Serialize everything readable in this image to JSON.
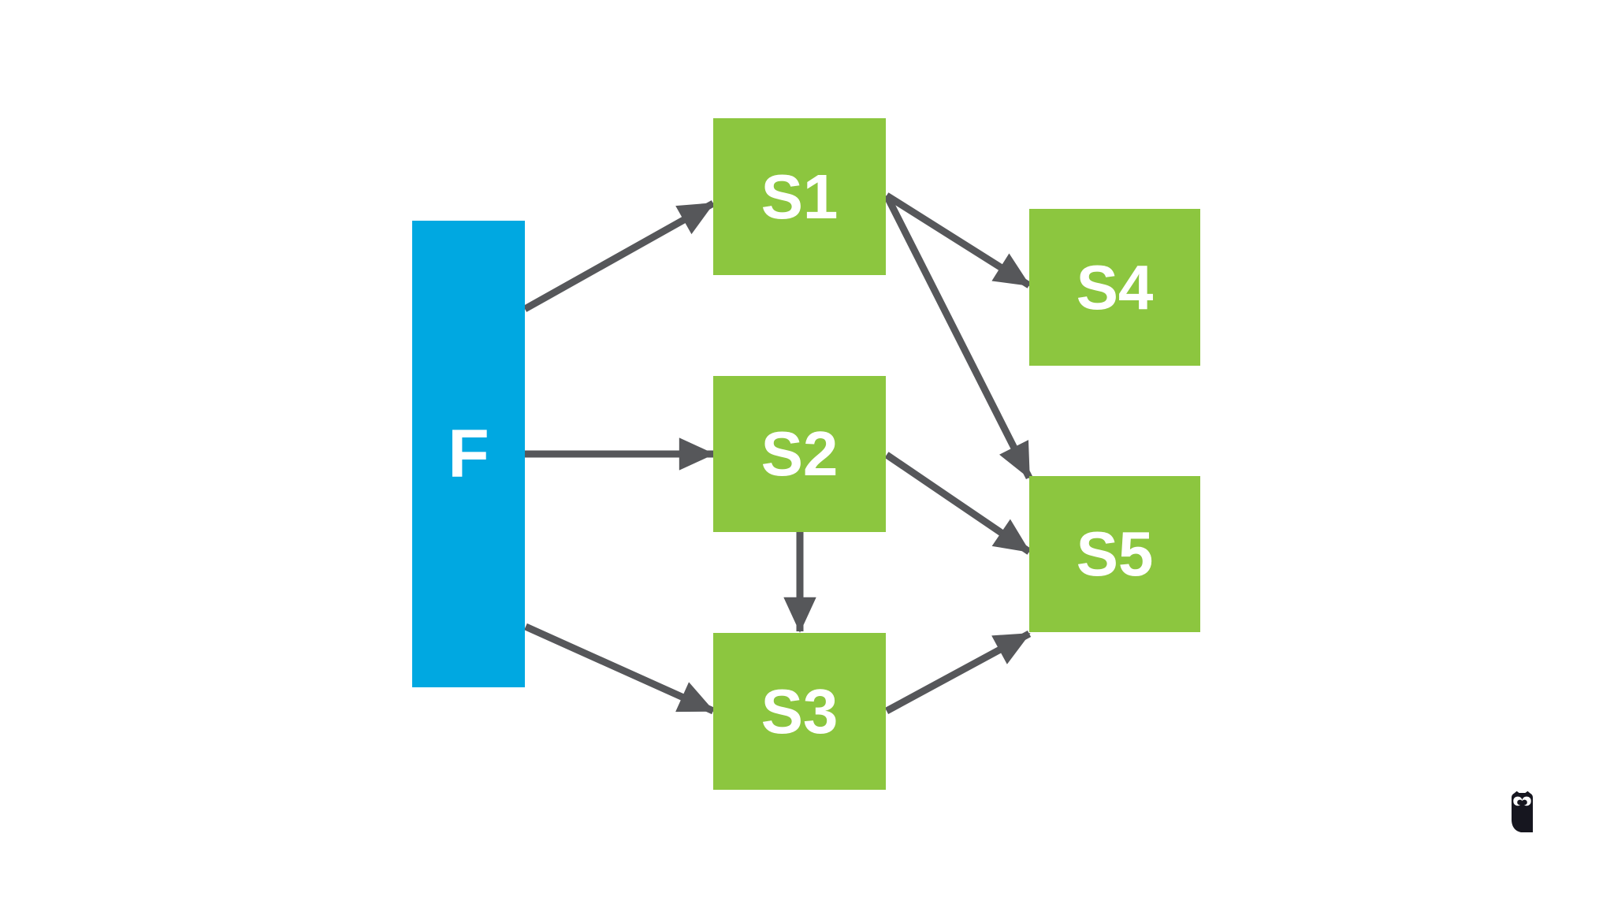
{
  "diagram": {
    "background_color": "#ffffff",
    "text_color": "#ffffff",
    "edge_color": "#56575a",
    "nodes": [
      {
        "id": "F",
        "label": "F",
        "color": "#00a8e1",
        "shape": "tall-rectangle"
      },
      {
        "id": "S1",
        "label": "S1",
        "color": "#8cc63f",
        "shape": "square"
      },
      {
        "id": "S2",
        "label": "S2",
        "color": "#8cc63f",
        "shape": "square"
      },
      {
        "id": "S3",
        "label": "S3",
        "color": "#8cc63f",
        "shape": "square"
      },
      {
        "id": "S4",
        "label": "S4",
        "color": "#8cc63f",
        "shape": "square"
      },
      {
        "id": "S5",
        "label": "S5",
        "color": "#8cc63f",
        "shape": "square"
      }
    ],
    "edges": [
      {
        "from": "F",
        "to": "S1"
      },
      {
        "from": "F",
        "to": "S2"
      },
      {
        "from": "F",
        "to": "S3"
      },
      {
        "from": "S1",
        "to": "S4"
      },
      {
        "from": "S1",
        "to": "S5"
      },
      {
        "from": "S2",
        "to": "S3"
      },
      {
        "from": "S2",
        "to": "S5"
      },
      {
        "from": "S3",
        "to": "S5"
      }
    ]
  },
  "branding": {
    "logo": "hootsuite-owl-icon",
    "logo_color": "#16161f"
  }
}
